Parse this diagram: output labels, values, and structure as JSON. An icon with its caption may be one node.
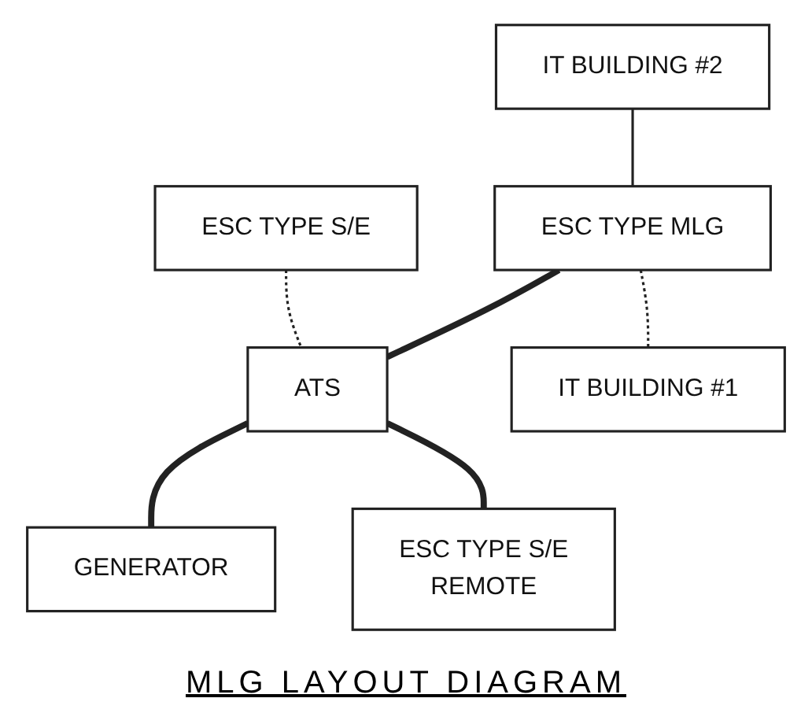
{
  "diagram": {
    "title": "MLG LAYOUT DIAGRAM",
    "nodes": [
      {
        "text": [
          "IT BUILDING #2"
        ]
      },
      {
        "text": [
          "ESC TYPE S/E"
        ]
      },
      {
        "text": [
          "ESC TYPE MLG"
        ]
      },
      {
        "text": [
          "ATS"
        ]
      },
      {
        "text": [
          "GENERATOR"
        ]
      },
      {
        "text": [
          "IT BUILDING #1"
        ]
      },
      {
        "text": [
          "ESC TYPE S/E",
          "REMOTE"
        ]
      }
    ],
    "edges": [
      {
        "from": 0,
        "to": 2,
        "arrow": "none"
      },
      {
        "from": 1,
        "to": 3,
        "arrow": "none",
        "style": "dashed"
      },
      {
        "from": 2,
        "to": 3,
        "arrow": "none",
        "style": "thick"
      },
      {
        "from": 3,
        "to": 4,
        "arrow": "none",
        "style": "thick"
      },
      {
        "from": 2,
        "to": 5,
        "arrow": "none",
        "style": "dashed"
      },
      {
        "from": 3,
        "to": 6,
        "arrow": "none",
        "style": "thick"
      }
    ]
  }
}
